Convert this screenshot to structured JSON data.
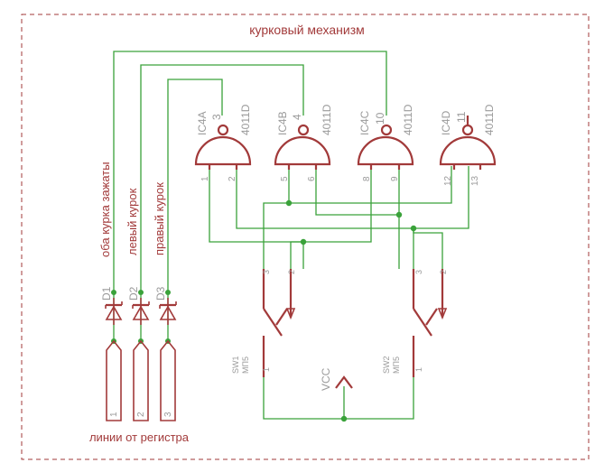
{
  "title": "курковый механизм",
  "bottom_label": "линии от регистра",
  "signal_labels": [
    "оба курка зажаты",
    "левый курок",
    "правый курок"
  ],
  "diodes": [
    "D1",
    "D2",
    "D3"
  ],
  "connector_pins": [
    "1",
    "2",
    "3"
  ],
  "gates": [
    {
      "name": "IC4A",
      "part": "4011D",
      "out": "3",
      "in1": "1",
      "in2": "2"
    },
    {
      "name": "IC4B",
      "part": "4011D",
      "out": "4",
      "in1": "5",
      "in2": "6"
    },
    {
      "name": "IC4C",
      "part": "4011D",
      "out": "10",
      "in1": "8",
      "in2": "9"
    },
    {
      "name": "IC4D",
      "part": "4011D",
      "out": "11",
      "in1": "12",
      "in2": "13"
    }
  ],
  "switches": [
    {
      "name": "SW1",
      "type": "МП5",
      "pin_top_a": "3",
      "pin_top_b": "2",
      "pin_bottom": "1"
    },
    {
      "name": "SW2",
      "type": "МП5",
      "pin_top_a": "3",
      "pin_top_b": "2",
      "pin_bottom": "1"
    }
  ],
  "power": "VCC",
  "colors": {
    "symbol": "#a23a3a",
    "wire": "#3aa23a",
    "label": "#9a9a9a"
  }
}
